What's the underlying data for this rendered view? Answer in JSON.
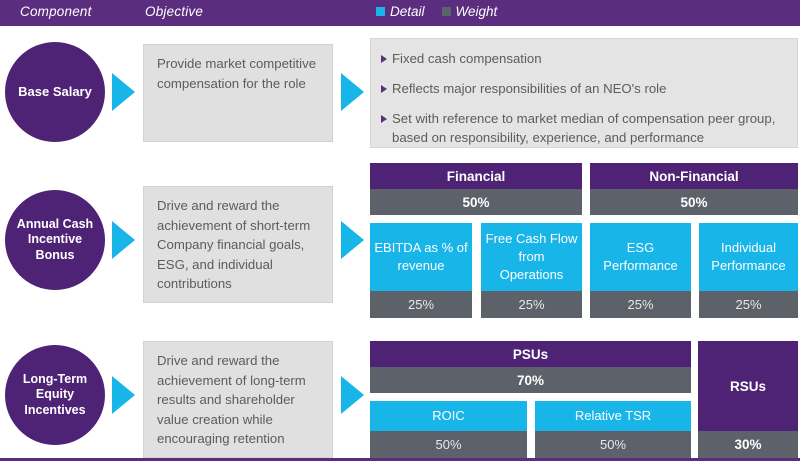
{
  "header": {
    "component_label": "Component",
    "objective_label": "Objective",
    "legend": [
      {
        "name": "detail",
        "label": "Detail",
        "color": "#18b5e8"
      },
      {
        "name": "weight",
        "label": "Weight",
        "color": "#5d6169"
      }
    ]
  },
  "colors": {
    "purple_header": "#5b2d7e",
    "purple_fill": "#4e2275",
    "cyan": "#18b5e8",
    "gray_weight": "#5d6169",
    "gray_box": "#e0e0e0"
  },
  "rows": [
    {
      "component": "Base Salary",
      "objective": "Provide market competitive compensation for the role",
      "bullets": [
        "Fixed cash compensation",
        "Reflects major responsibilities of an NEO's role",
        "Set with reference to market median of compensation peer group, based on responsibility, experience, and performance"
      ]
    },
    {
      "component": "Annual Cash Incentive Bonus",
      "objective": "Drive and reward the achievement of short-term Company financial goals, ESG, and individual contributions",
      "categories": [
        {
          "title": "Financial",
          "weight": "50%"
        },
        {
          "title": "Non-Financial",
          "weight": "50%"
        }
      ],
      "metrics": [
        {
          "title": "EBITDA as % of revenue",
          "weight": "25%"
        },
        {
          "title": "Free Cash Flow from Operations",
          "weight": "25%"
        },
        {
          "title": "ESG Performance",
          "weight": "25%"
        },
        {
          "title": "Individual Performance",
          "weight": "25%"
        }
      ]
    },
    {
      "component": "Long-Term Equity Incentives",
      "objective": "Drive and reward the achievement of long-term results and shareholder value creation while encouraging retention",
      "categories": [
        {
          "title": "PSUs",
          "weight": "70%"
        },
        {
          "title": "RSUs",
          "weight": "30%"
        }
      ],
      "metrics": [
        {
          "title": "ROIC",
          "weight": "50%"
        },
        {
          "title": "Relative TSR",
          "weight": "50%"
        }
      ]
    }
  ]
}
